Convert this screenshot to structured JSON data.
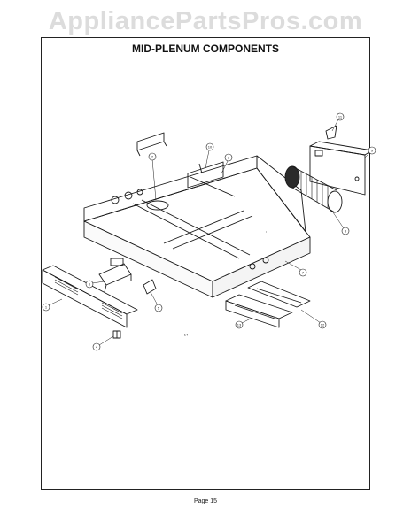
{
  "watermark": "AppliancePartsPros.com",
  "title": "MID-PLENUM COMPONENTS",
  "footer": "Page 15",
  "callouts": [
    "11",
    "9",
    "10",
    "3",
    "2",
    "8",
    "7",
    "6",
    "5",
    "1",
    "4",
    "13",
    "12",
    "14"
  ]
}
